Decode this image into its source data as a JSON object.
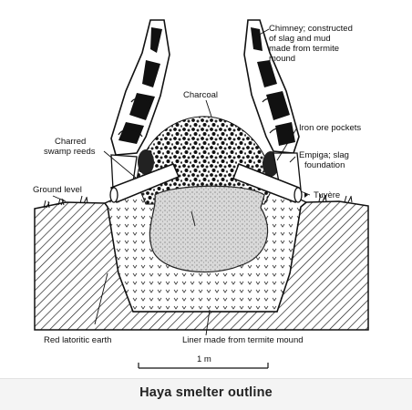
{
  "labels": {
    "chimney": [
      "Chimney; constructed",
      "of slag and mud",
      "made from termite",
      "mound"
    ],
    "charcoal": "Charcoal",
    "iron_ore": "Iron ore pockets",
    "charred_reeds": [
      "Charred",
      "swamp reeds"
    ],
    "empiga": [
      "Empiga; slag",
      "foundation"
    ],
    "ground_level": "Ground level",
    "tuyere": "Tuyère",
    "red_earth": "Red latoritic earth",
    "liner": "Liner made from termite mound"
  },
  "scale_bar": {
    "label": "1 m"
  },
  "caption": "Haya smelter outline"
}
